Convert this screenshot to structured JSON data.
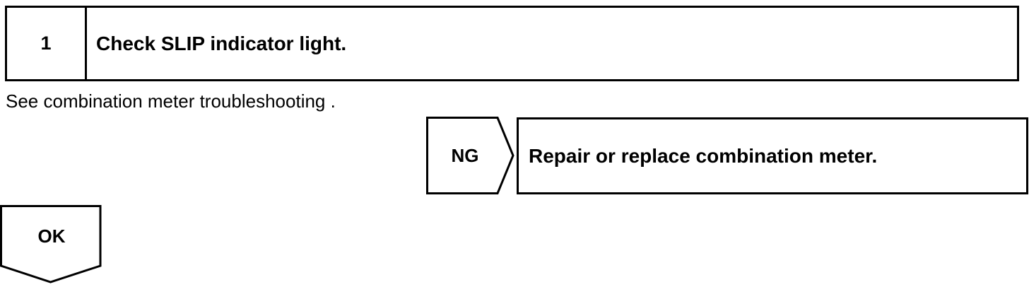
{
  "step": {
    "number": "1",
    "title": "Check SLIP indicator light."
  },
  "note": "See combination meter troubleshooting .",
  "ng_branch": {
    "label": "NG",
    "action": "Repair or replace combination meter."
  },
  "ok_branch": {
    "label": "OK"
  }
}
